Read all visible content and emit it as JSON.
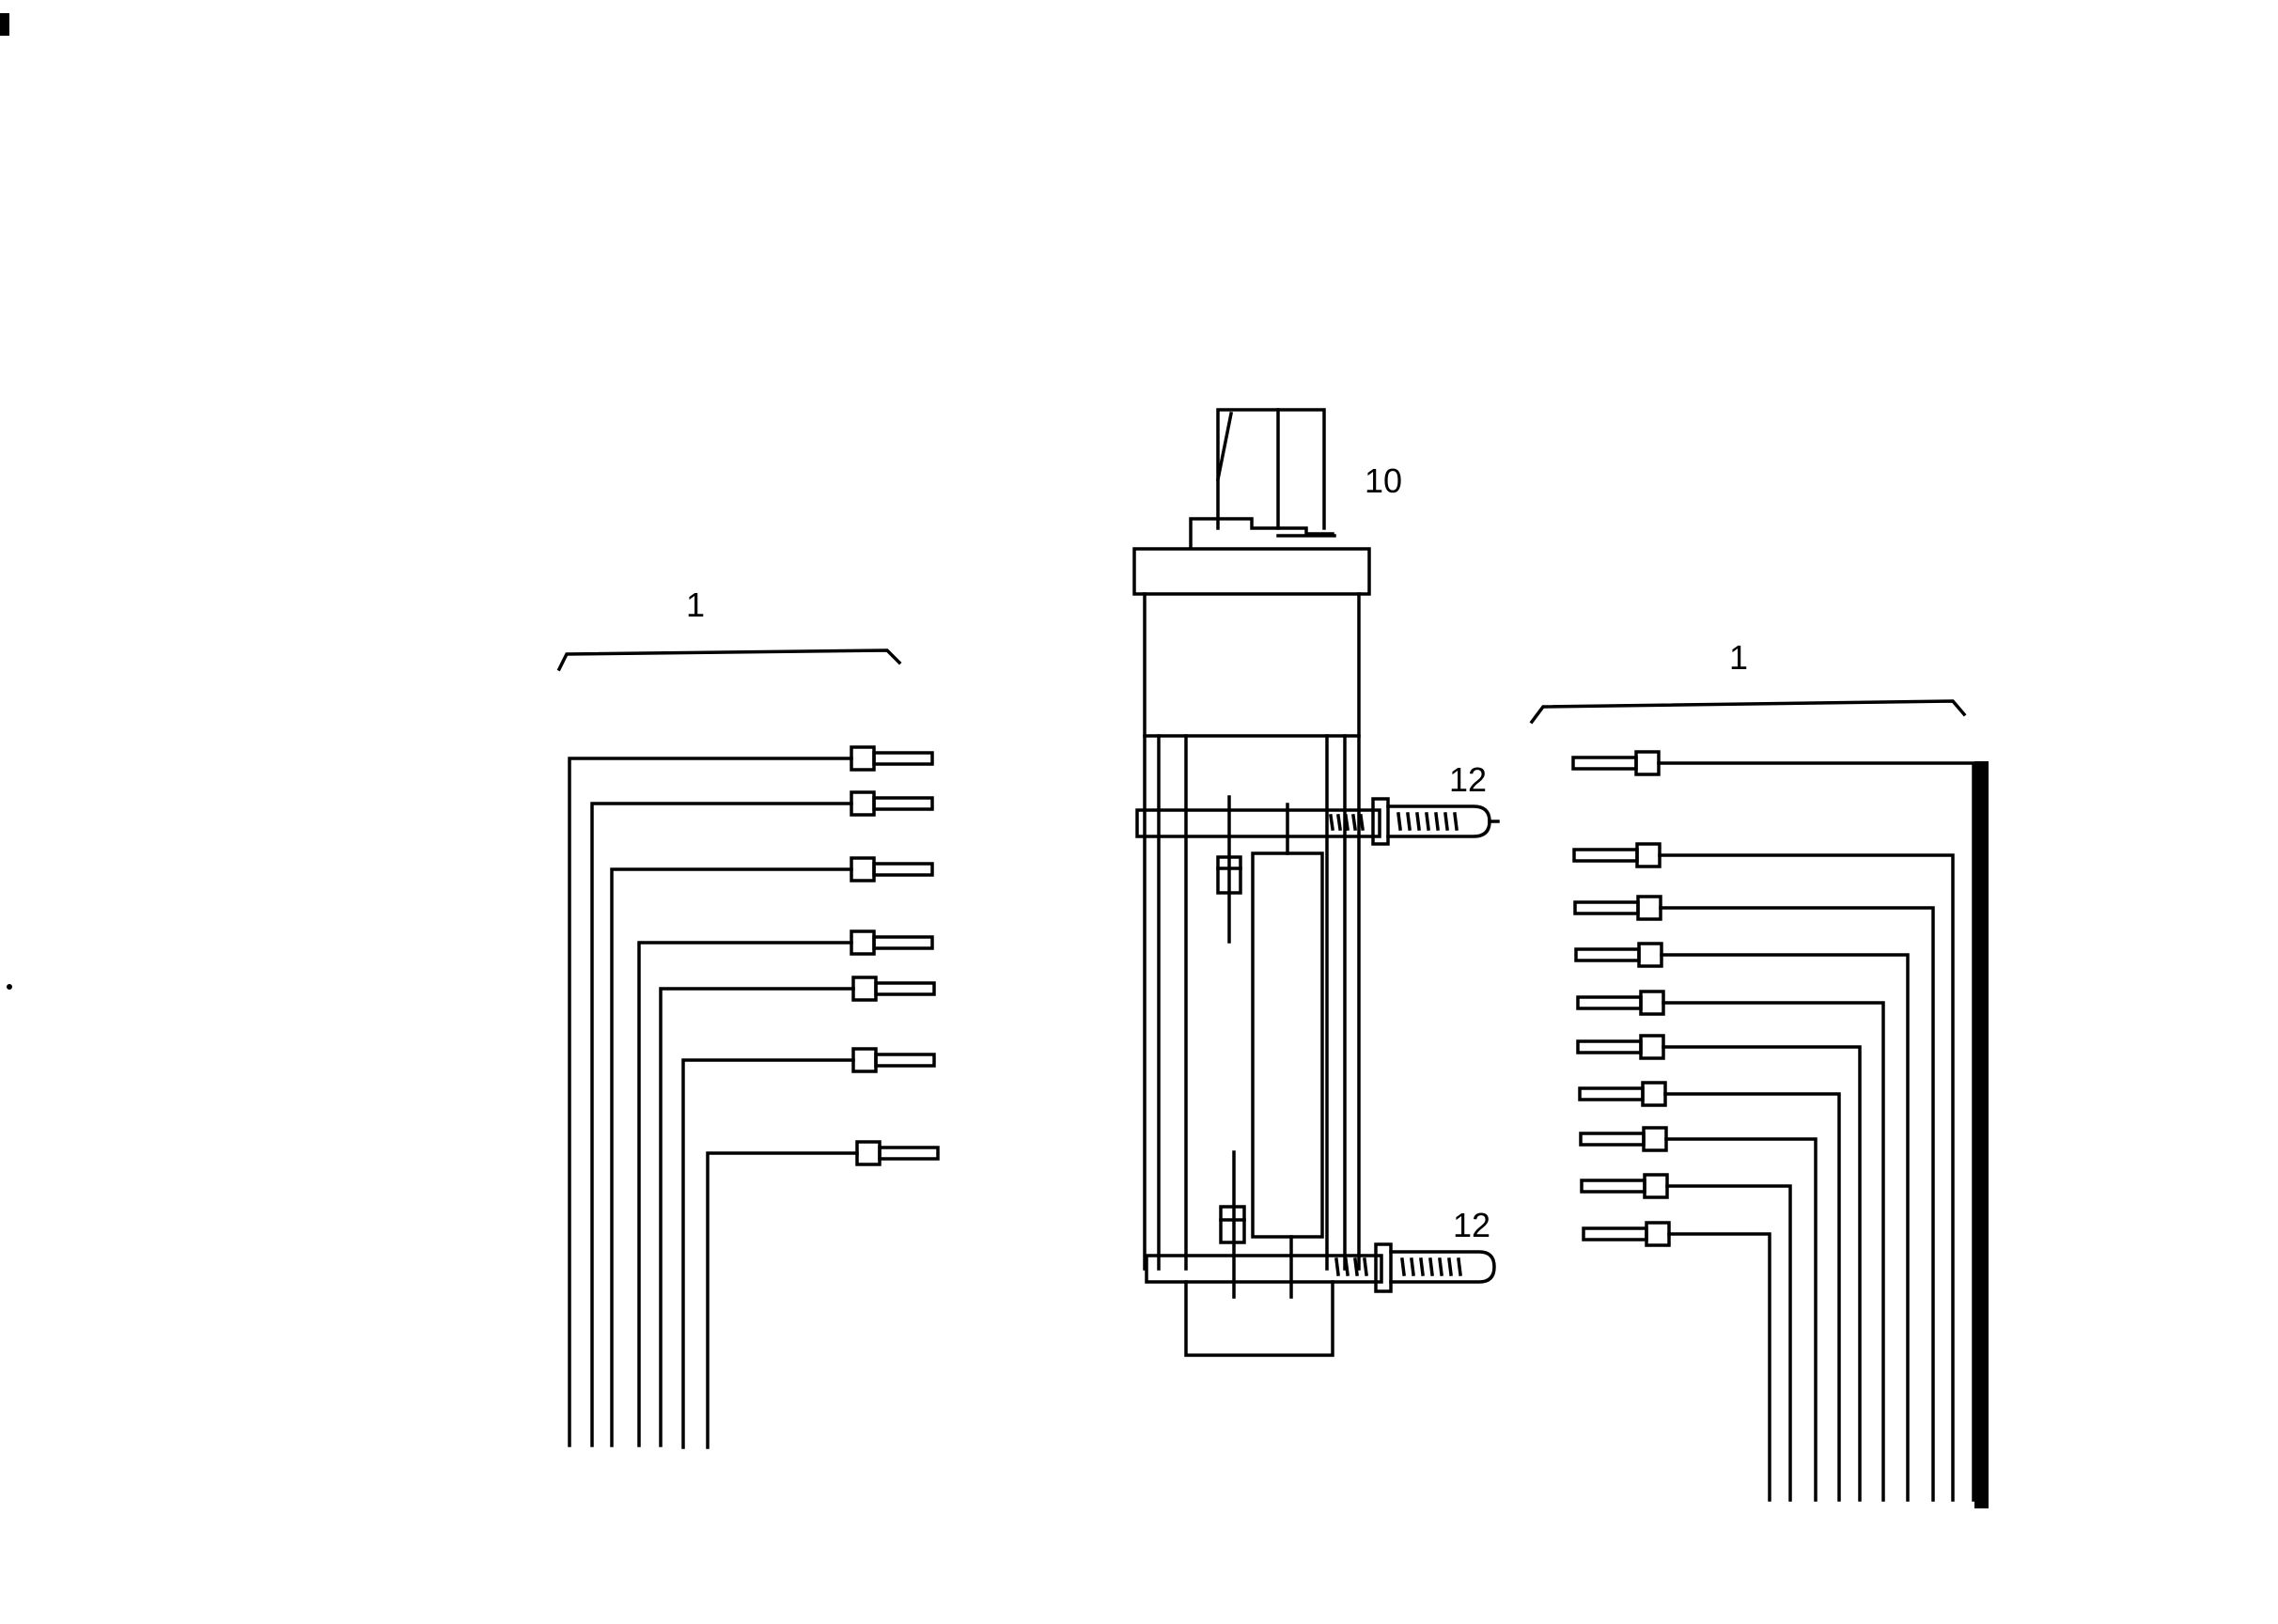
{
  "labels": {
    "left_group": "1",
    "right_group": "1",
    "unit": "10",
    "clamp_top": "12",
    "clamp_bottom": "12"
  }
}
